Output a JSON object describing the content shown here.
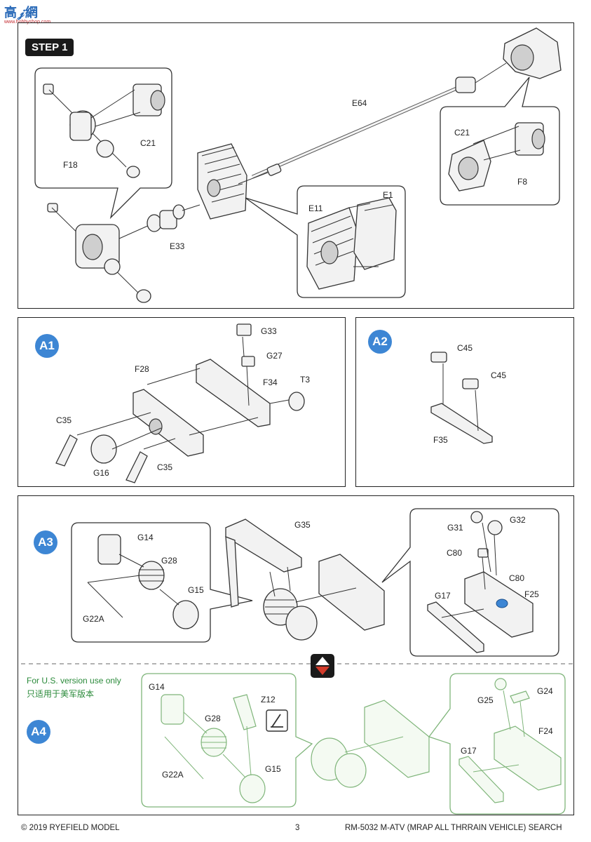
{
  "watermark": {
    "logo": "高𝒿網",
    "url": "www.hobbyshop.com"
  },
  "step": {
    "title": "STEP 1"
  },
  "step1_labels": {
    "f18": "F18",
    "c21_left": "C21",
    "e33": "E33",
    "e64": "E64",
    "c21_right": "C21",
    "f8": "F8",
    "e11": "E11",
    "e1": "E1"
  },
  "a1": {
    "badge": "A1",
    "g33": "G33",
    "g27": "G27",
    "f28": "F28",
    "f34": "F34",
    "t3": "T3",
    "c35_top": "C35",
    "g16": "G16",
    "c35_bottom": "C35"
  },
  "a2": {
    "badge": "A2",
    "c45_top": "C45",
    "c45_bottom": "C45",
    "f35": "F35"
  },
  "a3": {
    "badge": "A3",
    "g14": "G14",
    "g28": "G28",
    "g15": "G15",
    "g22a": "G22A",
    "g35": "G35",
    "g31": "G31",
    "g32": "G32",
    "c80_top": "C80",
    "c80_bottom": "C80",
    "g17": "G17",
    "f25": "F25"
  },
  "a4": {
    "badge": "A4",
    "note_en": "For U.S. version use only",
    "note_cn": "只适用于美军版本",
    "g14": "G14",
    "z12": "Z12",
    "g28": "G28",
    "g22a": "G22A",
    "g15": "G15",
    "g25": "G25",
    "g24": "G24",
    "f24": "F24",
    "g17": "G17"
  },
  "footer": {
    "copyright": "© 2019 RYEFIELD MODEL",
    "page": "3",
    "product": "RM-5032 M-ATV (MRAP ALL THRRAIN VEHICLE) SEARCH"
  },
  "colors": {
    "badge": "#3d86d4",
    "alt_arrow": "#d23a2a",
    "us_green": "#2a8a3a"
  }
}
